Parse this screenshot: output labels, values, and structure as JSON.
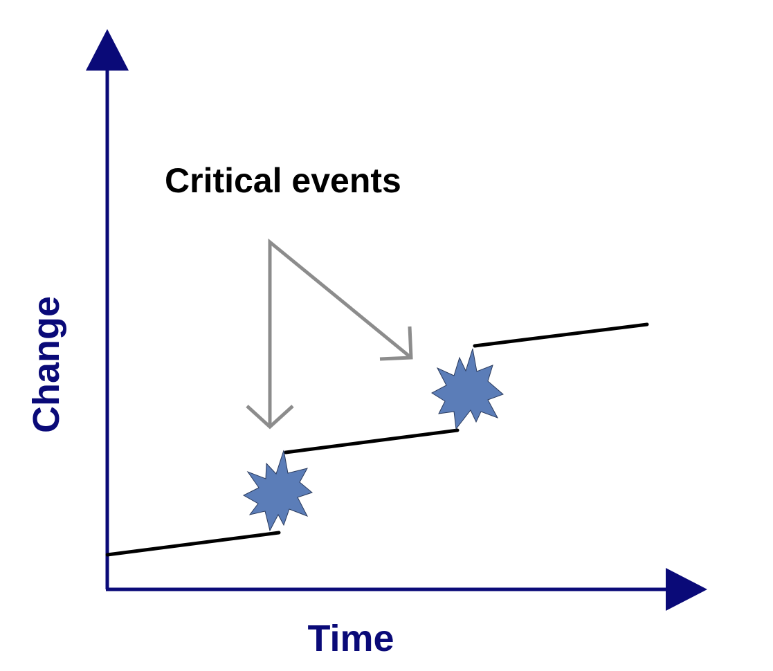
{
  "diagram": {
    "annotation": "Critical events",
    "x_axis_label": "Time",
    "y_axis_label": "Change",
    "colors": {
      "axis": "#0a0a78",
      "curve": "#000000",
      "pointer_arrow": "#8c8c8c",
      "event_star_fill": "#5b7db8",
      "event_star_stroke": "#2a3a5c"
    },
    "event_icon": "starburst-icon"
  }
}
